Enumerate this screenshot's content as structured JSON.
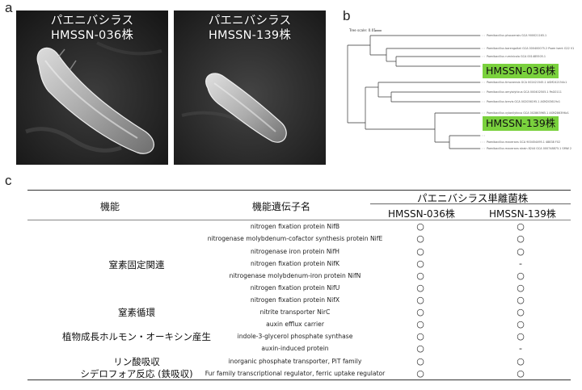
{
  "panels": {
    "a": "a",
    "b": "b",
    "c": "c"
  },
  "sem_images": [
    {
      "label_line1": "パエニバシラス",
      "label_line2": "HMSSN-036株"
    },
    {
      "label_line1": "パエニバシラス",
      "label_line2": "HMSSN-139株"
    }
  ],
  "tree": {
    "scale_label": "Tree scale: 0.01",
    "leaves": [
      "Paenibacillus phocaensis GCA 900021165.1",
      "Paenibacillus barengoltzii GCA 000400075.2 Psam Isent G22 V1",
      "Paenibacillus ruminicola GCA 001485505.1",
      "HMSSN-036株",
      "Paenibacillus timonensis GCA 002421545.1 ASM242154v1",
      "Paenibacillus amylolyticus GCA 000402505.1 PaG0111",
      "Paenibacillus brevis GCA 002036195.1 ASM203619v1",
      "Paenibacillus xylanilyticus GCA 002863965.1 ASM286396v1",
      "HMSSN-139株",
      "Paenibacillus macerans GCA 900454495.1 48838 F02",
      "Paenibacillus macerans strain 8244 GCA 000748875.1 SMW 2"
    ],
    "highlighted": [
      "HMSSN-036株",
      "HMSSN-139株"
    ]
  },
  "table": {
    "headers": {
      "function": "機能",
      "gene": "機能遺伝子名",
      "group": "パエニバシラス単離菌株",
      "strain1": "HMSSN-036株",
      "strain2": "HMSSN-139株"
    },
    "functions": [
      "窒素固定関連",
      "窒素循環",
      "植物成長ホルモン・オーキシン産生",
      "リン酸吸収",
      "シデロフォア反応 (鉄吸収)"
    ],
    "rows": [
      {
        "gene": "nitrogen fixation protein NifB",
        "s1": "○",
        "s2": "○"
      },
      {
        "gene": "nitrogenase molybdenum-cofactor synthesis protein NifE",
        "s1": "○",
        "s2": "○"
      },
      {
        "gene": "nitrogenase iron protein NifH",
        "s1": "○",
        "s2": "○"
      },
      {
        "gene": "nitrogen fixation protein NifK",
        "s1": "○",
        "s2": "-"
      },
      {
        "gene": "nitrogenase molybdenum-iron protein NifN",
        "s1": "○",
        "s2": "○"
      },
      {
        "gene": "nitrogen fixation protein NifU",
        "s1": "○",
        "s2": "○"
      },
      {
        "gene": "nitrogen fixation protein NifX",
        "s1": "○",
        "s2": "○"
      },
      {
        "gene": "nitrite transporter NirC",
        "s1": "○",
        "s2": "○"
      },
      {
        "gene": "auxin efflux carrier",
        "s1": "○",
        "s2": "○"
      },
      {
        "gene": "indole-3-glycerol phosphate synthase",
        "s1": "○",
        "s2": "○"
      },
      {
        "gene": "auxin-induced protein",
        "s1": "○",
        "s2": "-"
      },
      {
        "gene": "inorganic phosphate transporter, PiT family",
        "s1": "○",
        "s2": "○"
      },
      {
        "gene": "Fur family transcriptional regulator, ferric uptake regulator",
        "s1": "○",
        "s2": "○"
      }
    ]
  }
}
